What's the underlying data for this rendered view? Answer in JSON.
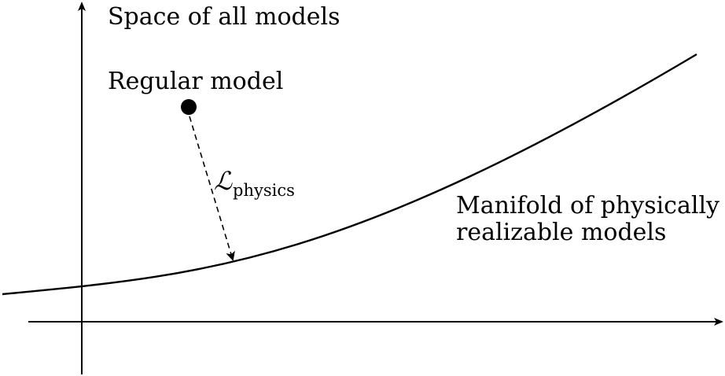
{
  "labels": {
    "space": "Space of all models",
    "regular": "Regular model",
    "manifold_line1": "Manifold of physically",
    "manifold_line2": "realizable models",
    "loss_symbol": "ℒ",
    "loss_subscript": "physics"
  },
  "colors": {
    "stroke": "#000000",
    "background": "#ffffff"
  }
}
